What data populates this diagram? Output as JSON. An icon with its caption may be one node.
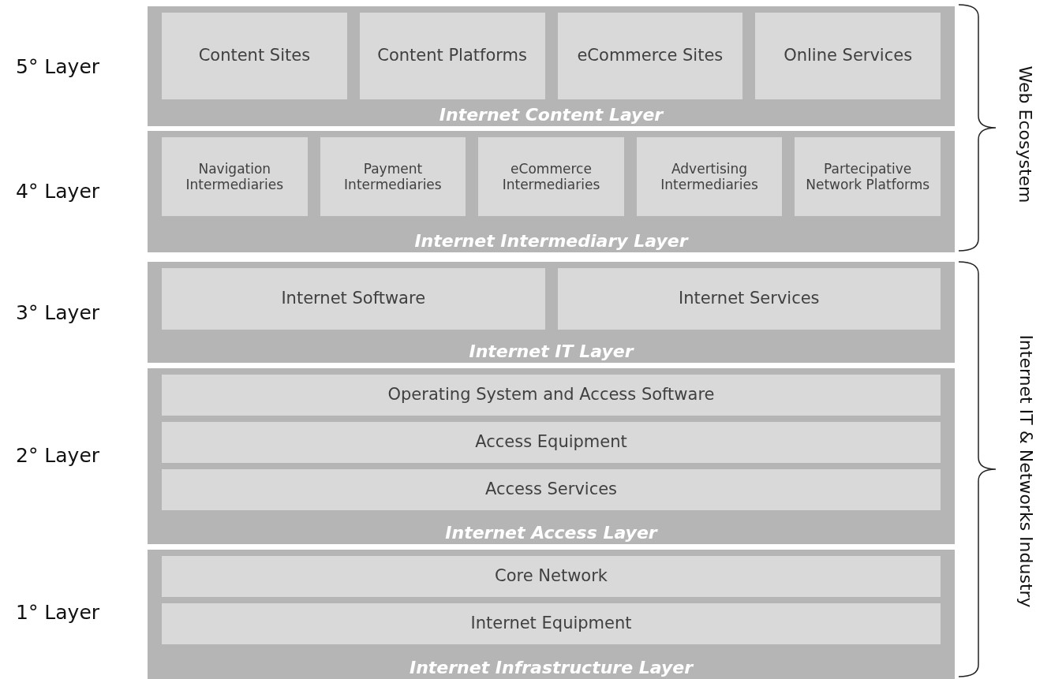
{
  "diagram": {
    "nodes": [
      {
        "text": [
          "Internet Content Layer"
        ]
      },
      {
        "text": [
          "Content Sites"
        ],
        "in": 0
      },
      {
        "text": [
          "Content Platforms"
        ],
        "in": 0
      },
      {
        "text": [
          "eCommerce Sites"
        ],
        "in": 0
      },
      {
        "text": [
          "Online Services"
        ],
        "in": 0
      },
      {
        "text": [
          "Internet Intermediary Layer"
        ]
      },
      {
        "text": [
          "Navigation Intermediaries"
        ],
        "in": 5
      },
      {
        "text": [
          "Payment Intermediaries"
        ],
        "in": 5
      },
      {
        "text": [
          "eCommerce Intermediaries"
        ],
        "in": 5
      },
      {
        "text": [
          "Advertising Intermediaries"
        ],
        "in": 5
      },
      {
        "text": [
          "Partecipative Network Platforms"
        ],
        "in": 5
      },
      {
        "text": [
          "Internet IT Layer"
        ]
      },
      {
        "text": [
          "Internet Software"
        ],
        "in": 11
      },
      {
        "text": [
          "Internet Services"
        ],
        "in": 11
      },
      {
        "text": [
          "Internet Access Layer"
        ]
      },
      {
        "text": [
          "Operating System and Access Software"
        ],
        "in": 14
      },
      {
        "text": [
          "Access Equipment"
        ],
        "in": 14
      },
      {
        "text": [
          "Access Services"
        ],
        "in": 14
      },
      {
        "text": [
          "Internet Infrastructure Layer"
        ]
      },
      {
        "text": [
          "Core Network"
        ],
        "in": 18
      },
      {
        "text": [
          "Internet Equipment"
        ],
        "in": 18
      }
    ],
    "labels": [
      "5° Layer",
      "Web Ecosystem",
      "4° Layer",
      "3° Layer",
      "Internet IT & Networks Industry",
      "2° Layer",
      "1° Layer"
    ]
  }
}
